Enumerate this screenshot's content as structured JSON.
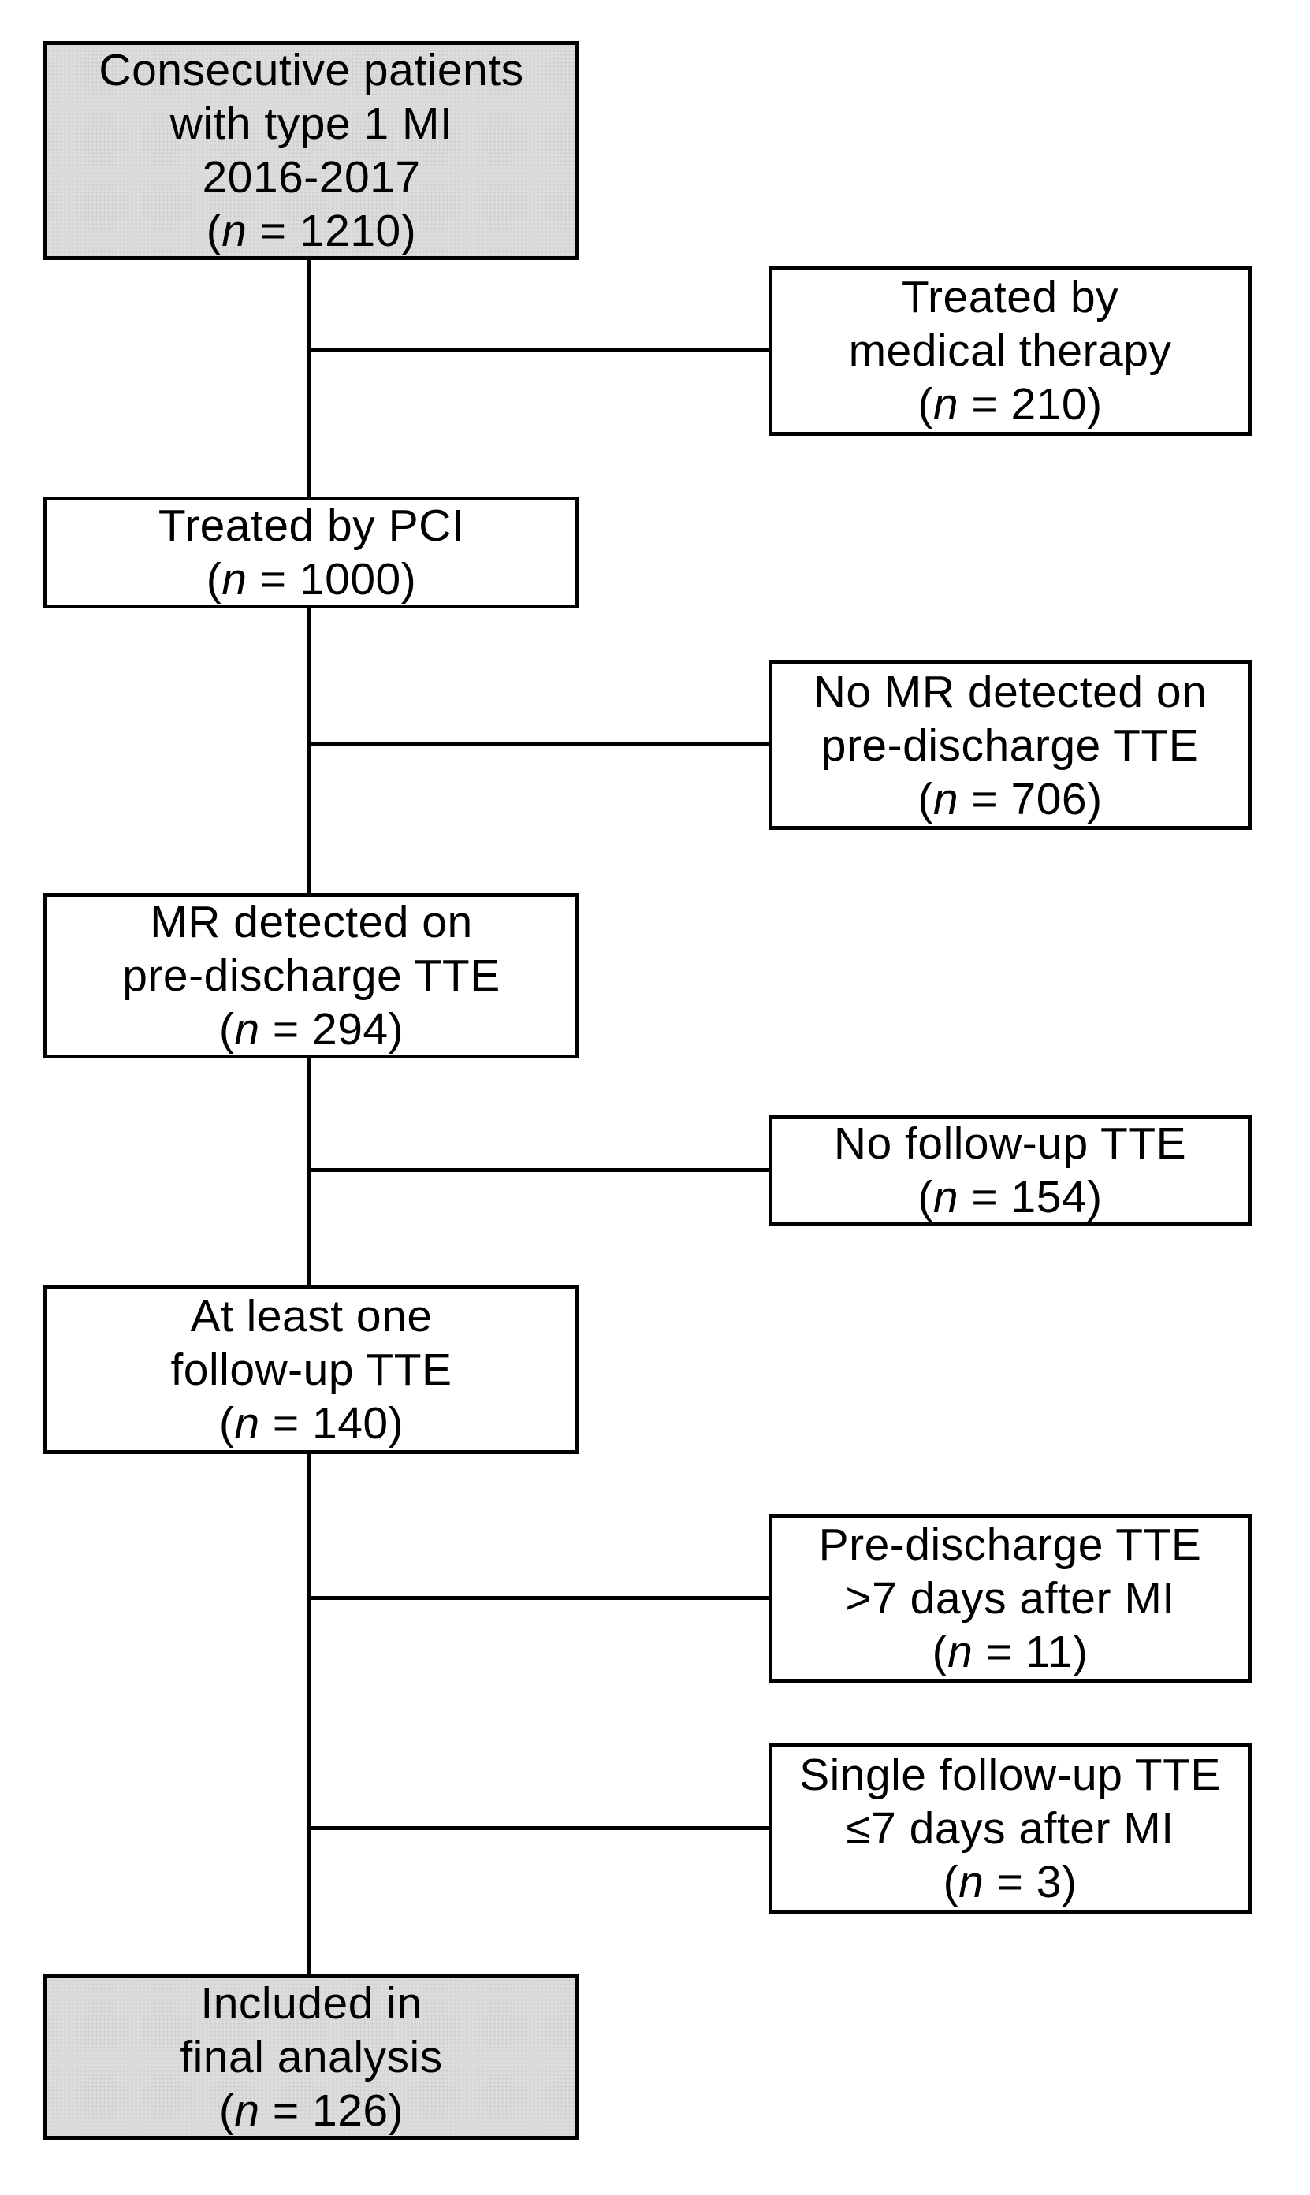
{
  "figure": {
    "type": "patient-flow-diagram",
    "background": "#ffffff",
    "ink_color": "#000000",
    "gray_fill": "#dcdcdc",
    "white_fill": "#ffffff"
  },
  "boxes": [
    {
      "name": "consecutive-patients",
      "fill": "gray",
      "lines": [
        "Consecutive patients",
        "with type 1 MI",
        "2016-2017"
      ],
      "count": {
        "open": "(",
        "symbol": "n",
        "rest": " = 1210)"
      }
    },
    {
      "name": "treated-medical-therapy",
      "fill": "white",
      "lines": [
        "Treated by",
        "medical therapy"
      ],
      "count": {
        "open": "(",
        "symbol": "n",
        "rest": " = 210)"
      }
    },
    {
      "name": "treated-by-pci",
      "fill": "white",
      "lines": [
        "Treated by PCI"
      ],
      "count": {
        "open": "(",
        "symbol": "n",
        "rest": " = 1000)"
      }
    },
    {
      "name": "no-mr-detected",
      "fill": "white",
      "lines": [
        "No MR detected on",
        "pre-discharge TTE"
      ],
      "count": {
        "open": "(",
        "symbol": "n",
        "rest": " = 706)"
      }
    },
    {
      "name": "mr-detected",
      "fill": "white",
      "lines": [
        "MR detected on",
        "pre-discharge TTE"
      ],
      "count": {
        "open": "(",
        "symbol": "n",
        "rest": " = 294)"
      }
    },
    {
      "name": "no-followup-tte",
      "fill": "white",
      "lines": [
        "No follow-up TTE"
      ],
      "count": {
        "open": "(",
        "symbol": "n",
        "rest": " = 154)"
      }
    },
    {
      "name": "at-least-one-followup",
      "fill": "white",
      "lines": [
        "At least one",
        "follow-up TTE"
      ],
      "count": {
        "open": "(",
        "symbol": "n",
        "rest": " = 140)"
      }
    },
    {
      "name": "pre-discharge-gt7-days",
      "fill": "white",
      "lines": [
        "Pre-discharge TTE",
        ">7 days after MI"
      ],
      "count": {
        "open": "(",
        "symbol": "n",
        "rest": " = 11)"
      }
    },
    {
      "name": "single-followup-le7-days",
      "fill": "white",
      "lines": [
        "Single follow-up TTE",
        "≤7 days after MI"
      ],
      "count": {
        "open": "(",
        "symbol": "n",
        "rest": " = 3)"
      }
    },
    {
      "name": "included-final-analysis",
      "fill": "gray",
      "lines": [
        "Included in",
        "final analysis"
      ],
      "count": {
        "open": "(",
        "symbol": "n",
        "rest": " = 126)"
      }
    }
  ]
}
